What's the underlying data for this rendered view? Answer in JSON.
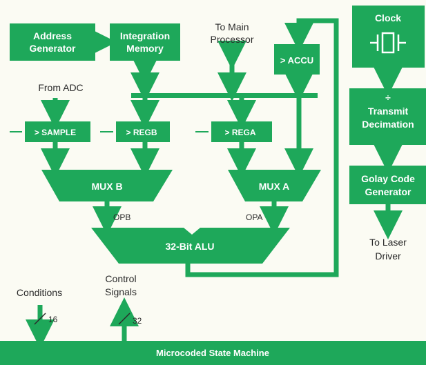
{
  "colors": {
    "green": "#1ea85a",
    "background": "#fbfbf3",
    "text": "#2a2a2a",
    "box_text": "#ffffff"
  },
  "blocks": {
    "address_generator": [
      "Address",
      "Generator"
    ],
    "integration_memory": [
      "Integration",
      "Memory"
    ],
    "accu": "> ACCU",
    "clock": "Clock",
    "transmit_decimation": [
      "÷",
      "Transmit",
      "Decimation"
    ],
    "golay_code_generator": [
      "Golay Code",
      "Generator"
    ],
    "sample": "> SAMPLE",
    "regb": "> REGB",
    "rega": "> REGA",
    "mux_b": "MUX B",
    "mux_a": "MUX A",
    "alu": "32-Bit ALU",
    "state_machine": "Microcoded State Machine"
  },
  "labels": {
    "to_main_processor": [
      "To Main",
      "Processor"
    ],
    "from_adc": "From ADC",
    "opb": "OPB",
    "opa": "OPA",
    "to_laser_driver": [
      "To Laser",
      "Driver"
    ],
    "conditions": "Conditions",
    "control_signals": [
      "Control",
      "Signals"
    ],
    "conditions_width": "16",
    "control_width": "32"
  },
  "icons": {
    "clock_symbol": "crystal-oscillator-icon"
  }
}
